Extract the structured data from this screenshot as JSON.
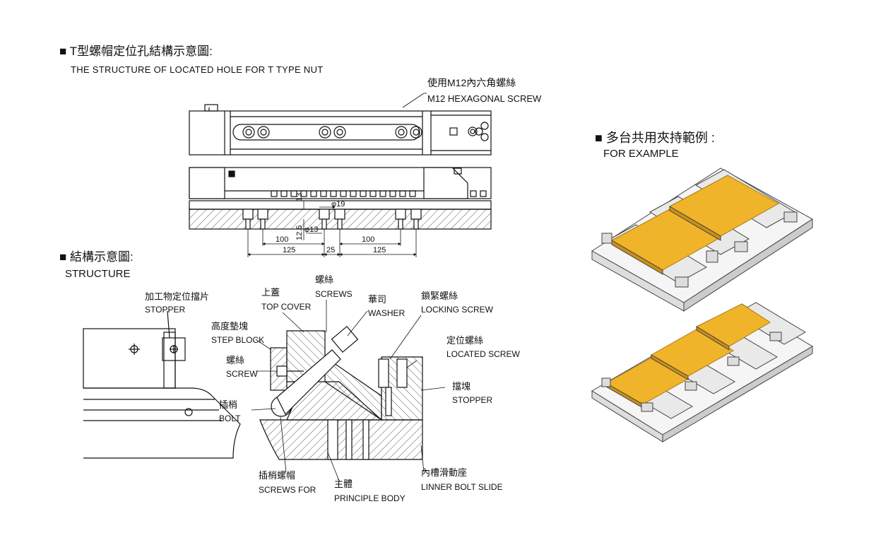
{
  "section1": {
    "title_zh": "■ T型螺帽定位孔結構示意圖:",
    "title_en": "THE STRUCTURE OF LOCATED HOLE FOR T TYPE NUT",
    "screw_note_zh": "使用M12內六角螺絲",
    "screw_note_en": "M12 HEXAGONAL SCREW",
    "dims": {
      "d13": "13",
      "phi19": "φ19",
      "d12_5": "12.5",
      "phi13": "φ13",
      "d100a": "100",
      "d100b": "100",
      "d125a": "125",
      "d25": "25",
      "d125b": "125"
    }
  },
  "section2": {
    "title_zh": "■ 結構示意圖:",
    "title_en": "STRUCTURE",
    "labels": {
      "stopper1_zh": "加工物定位擋片",
      "stopper1_en": "STOPPER",
      "topcover_zh": "上蓋",
      "topcover_en": "TOP COVER",
      "screws_zh": "螺絲",
      "screws_en": "SCREWS",
      "washer_zh": "華司",
      "washer_en": "WASHER",
      "locking_zh": "鎖緊螺絲",
      "locking_en": "LOCKING SCREW",
      "stepblock_zh": "高度墊塊",
      "stepblock_en": "STEP BLOCK",
      "located_zh": "定位螺絲",
      "located_en": "LOCATED SCREW",
      "screw_zh": "螺絲",
      "screw_en": "SCREW",
      "stopper2_zh": "擋塊",
      "stopper2_en": "STOPPER",
      "bolt_zh": "插梢",
      "bolt_en": "BOLT",
      "screwsfor_zh": "插梢螺帽",
      "screwsfor_en": "SCREWS FOR",
      "body_zh": "主體",
      "body_en": "PRINCIPLE BODY",
      "slide_zh": "內槽滑動座",
      "slide_en": "LINNER BOLT SLIDE"
    }
  },
  "section3": {
    "title_zh": "■ 多台共用夾持範例 :",
    "title_en": "FOR EXAMPLE"
  },
  "colors": {
    "workpiece_top": "#f0b42a",
    "workpiece_side": "#c98f18",
    "line": "#111111"
  }
}
